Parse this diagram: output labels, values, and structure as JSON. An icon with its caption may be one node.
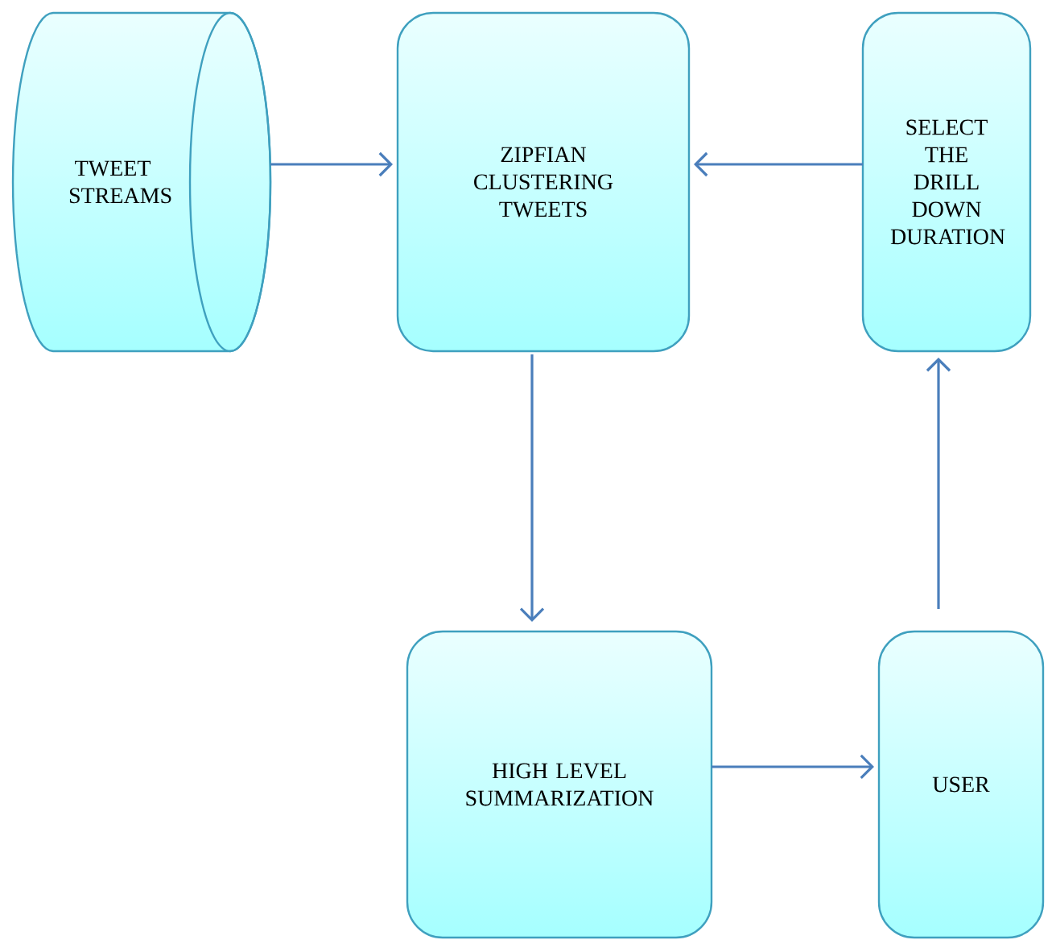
{
  "diagram": {
    "nodes": [
      {
        "text": [
          "TWEET STREAMS"
        ]
      },
      {
        "text": [
          "ZIPFIAN CLUSTERING TWEETS"
        ]
      },
      {
        "text": [
          "SELECT THE DRILL DOWN DURATION"
        ]
      },
      {
        "text": [
          "HIGH LEVEL SUMMARIZATION"
        ]
      },
      {
        "text": [
          "USER"
        ]
      }
    ],
    "edges": [
      {
        "from": 0,
        "to": 1,
        "arrow": "to"
      },
      {
        "from": 2,
        "to": 1,
        "arrow": "to"
      },
      {
        "from": 1,
        "to": 3,
        "arrow": "to"
      },
      {
        "from": 3,
        "to": 4,
        "arrow": "to"
      },
      {
        "from": 4,
        "to": 2,
        "arrow": "to"
      }
    ]
  }
}
